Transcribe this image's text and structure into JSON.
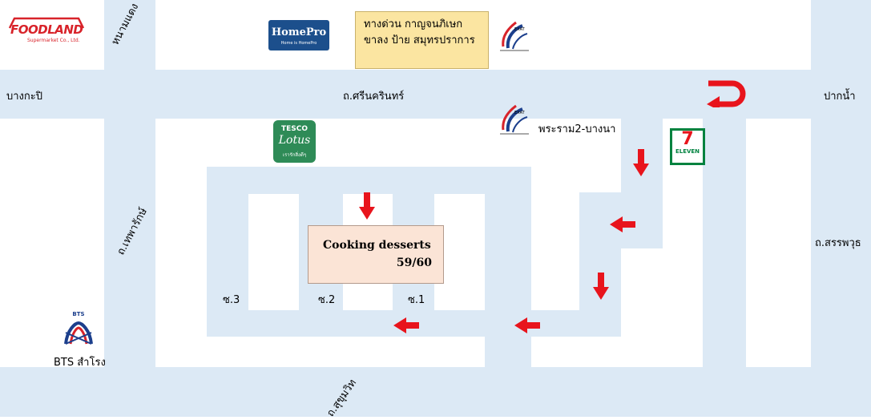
{
  "roads": {
    "srinakarin": "ถ.ศรีนครินทร์",
    "sukhumvit": "ถ.สุขุมวิท",
    "theparak": "ถ.เทพารักษ์",
    "saphanphut": "ถ.สรรพวุธ",
    "yaek_daeng": "หนามแดง",
    "bangkapi": "บางกะปิ",
    "paknam": "ปากน้ำ",
    "rama2_bangna": "พระราม2-บางนา"
  },
  "sois": {
    "soi3": "ซ.3",
    "soi2": "ซ.2",
    "soi1": "ซ.1"
  },
  "expressway_note": {
    "line1": "ทางด่วน กาญจนภิเษก",
    "line2": "ขาลง ป้าย สมุทรปราการ"
  },
  "destination": {
    "name": "Cooking desserts",
    "number": "59/60"
  },
  "landmarks": {
    "foodland": "FOODLAND",
    "foodland_sub": "Supermarket Co., Ltd.",
    "homepro": "HomePro",
    "homepro_sub": "Home is HomePro",
    "tesco": "TESCO",
    "lotus": "Lotus",
    "lotus_sub": "เรารักสิ่งดีๆ",
    "seven": "7",
    "eleven": "ELEVEN",
    "bts_logo": "BTS",
    "bts_station": "BTS สำโรง",
    "exat": "EXAT"
  },
  "colors": {
    "road": "#dce9f5",
    "arrow": "#e8141c",
    "note_bg": "#fbe5a1",
    "dest_bg": "#fbe4d6",
    "seven_green": "#00823f",
    "tesco_green": "#2e8b57",
    "homepro_blue": "#1c4f8c",
    "foodland_red": "#d8232a"
  }
}
